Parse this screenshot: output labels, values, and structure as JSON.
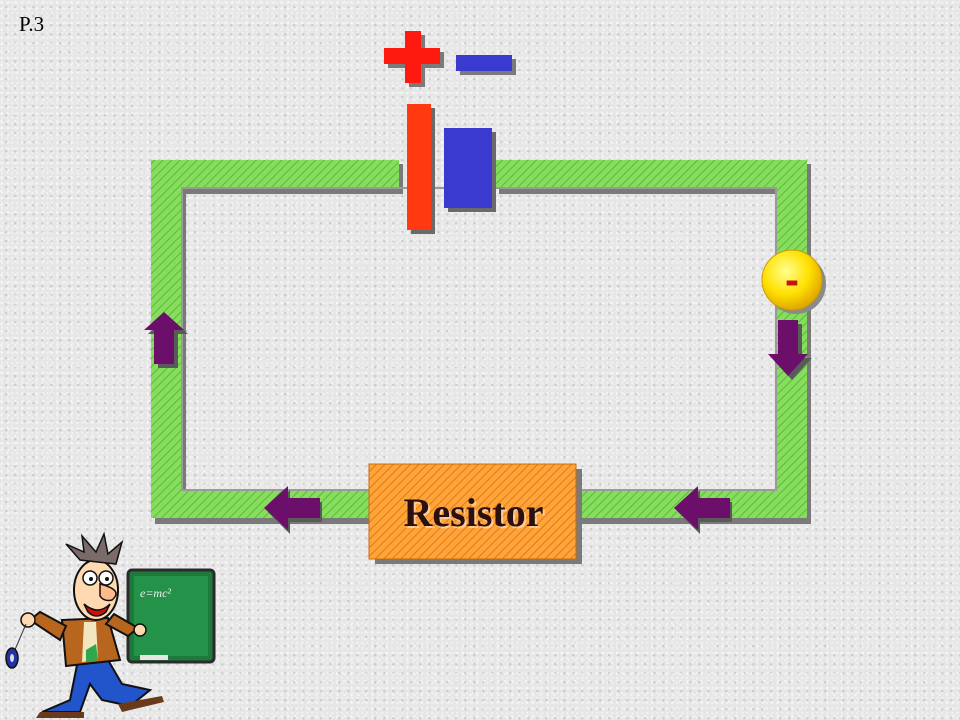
{
  "page": {
    "number_label": "P.3"
  },
  "battery": {
    "positive_symbol": "plus-sign",
    "negative_symbol": "minus-sign",
    "positive_color": "#ff2a1a",
    "negative_color": "#3a3ad0"
  },
  "circuit": {
    "wire_color": "#7ed957",
    "arrow_color": "#6b0f6b"
  },
  "resistor": {
    "label": "Resistor",
    "color": "#ffa43a"
  },
  "electron": {
    "label": "-",
    "color": "#ffe000"
  },
  "illustration": {
    "name": "teacher-with-chalkboard",
    "chalkboard_text": "e=mc²"
  }
}
